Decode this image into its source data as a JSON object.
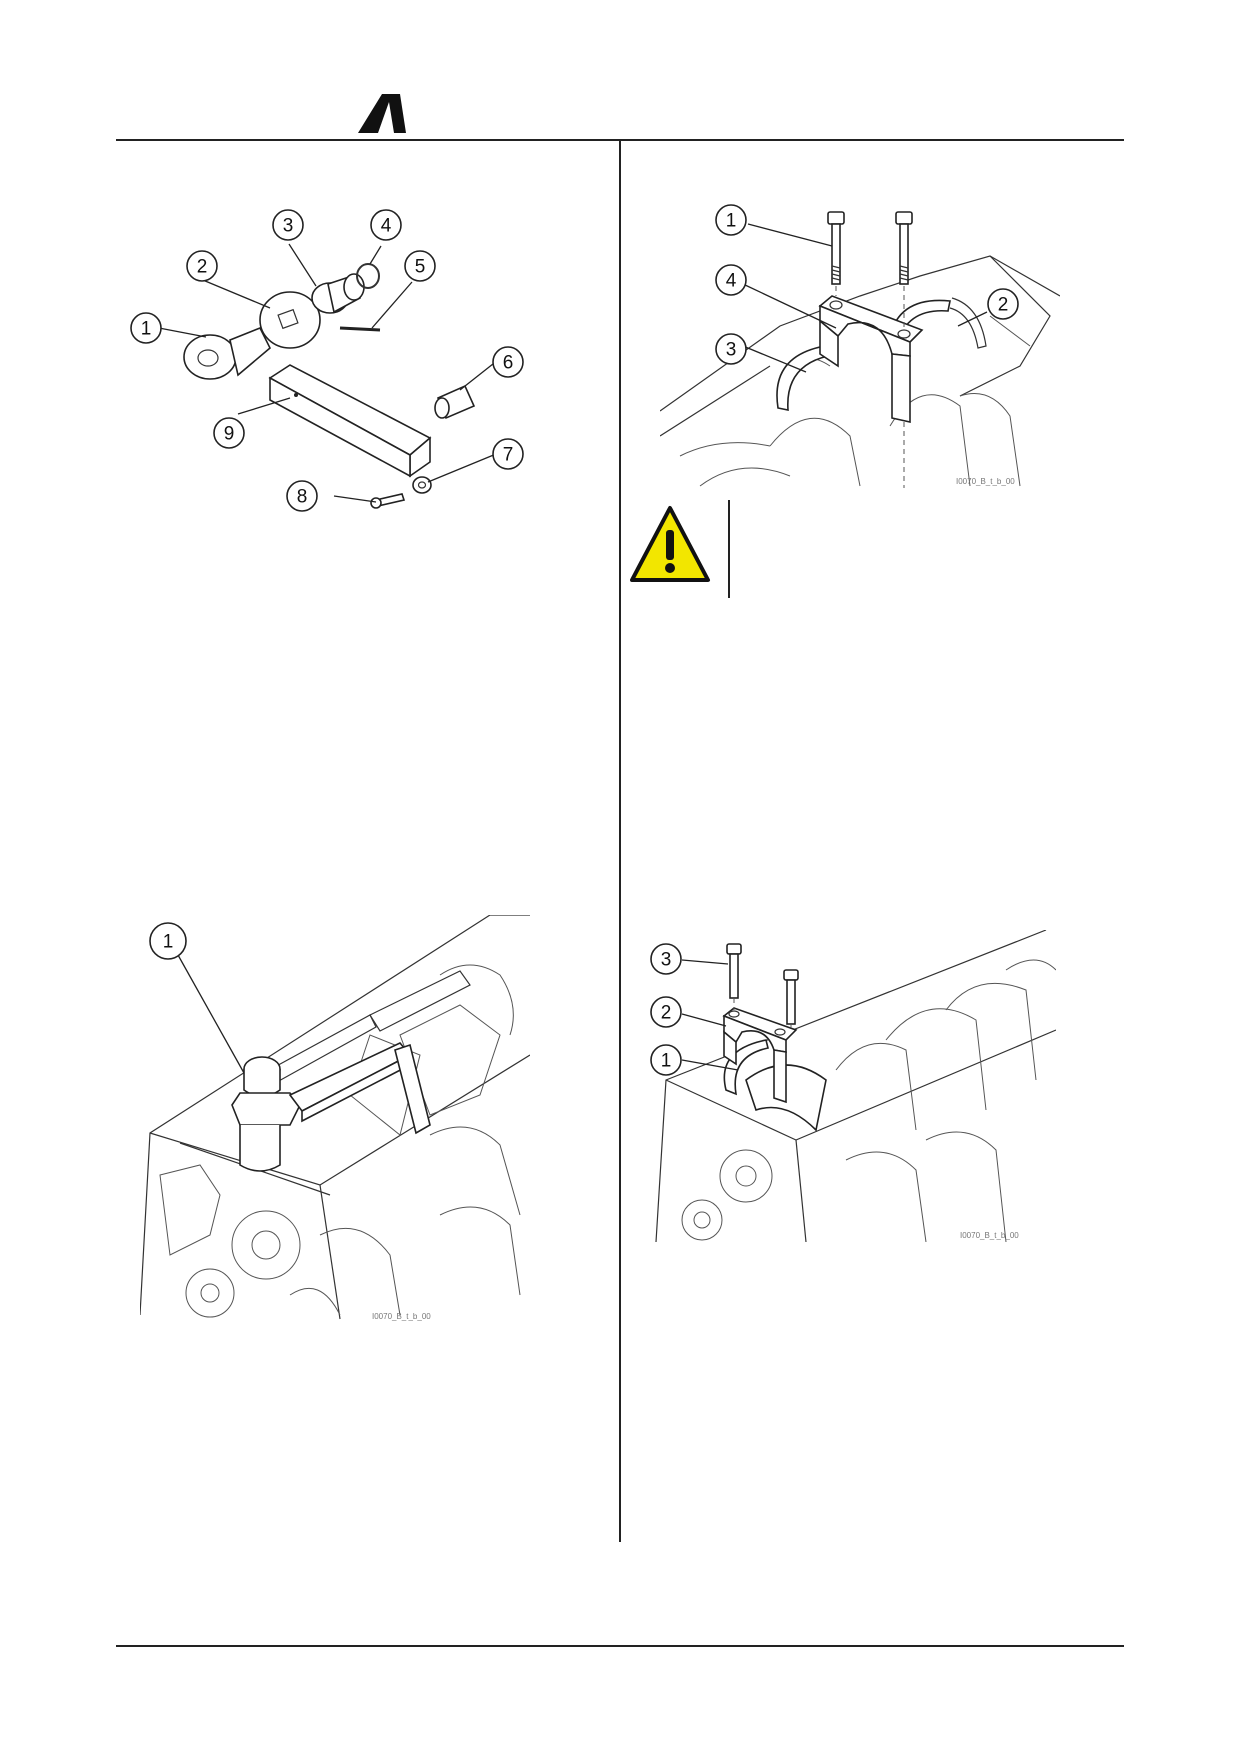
{
  "header": {
    "logo_icon": "brand-logo"
  },
  "figures": {
    "tool_kit": {
      "callouts": [
        "1",
        "2",
        "3",
        "4",
        "5",
        "6",
        "7",
        "8",
        "9"
      ]
    },
    "main_cap": {
      "callouts": [
        "1",
        "4",
        "3",
        "2"
      ]
    },
    "warning": {
      "icon": "warning-triangle-icon",
      "color": "#f2e600"
    },
    "tool_installed": {
      "callouts": [
        "1"
      ]
    },
    "rear_cap": {
      "callouts": [
        "3",
        "2",
        "1"
      ]
    }
  }
}
